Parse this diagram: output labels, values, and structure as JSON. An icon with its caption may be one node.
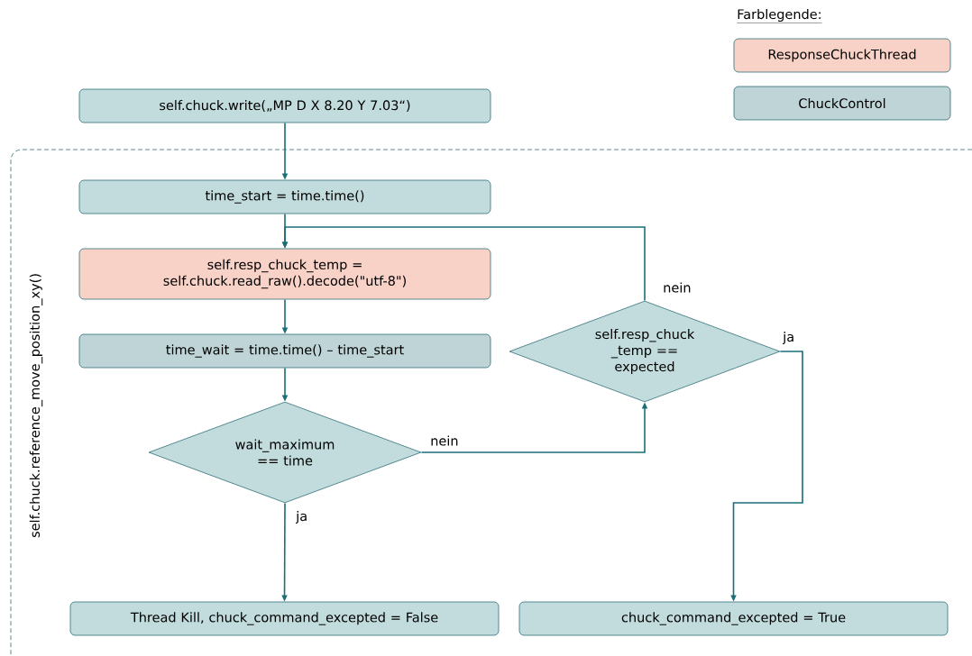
{
  "diagram": {
    "nodes": [
      {
        "text": [
          "self.chuck.write(„MP D X 8.20 Y 7.03“)"
        ]
      },
      {
        "text": [
          "self.chuck.reference_move_position_xy()"
        ]
      },
      {
        "text": [
          "time_start = time.time()"
        ],
        "in": 1
      },
      {
        "text": [
          "self.resp_chuck_temp = self.chuck.read_raw().decode(\"utf-8\")"
        ],
        "in": 1
      },
      {
        "text": [
          "time_wait = time.time() – time_start"
        ],
        "in": 1
      },
      {
        "text": [
          "wait_maximum == time"
        ],
        "in": 1
      },
      {
        "text": [
          "self.resp_chuck _temp == expected"
        ],
        "in": 1
      },
      {
        "text": [
          "Thread Kill, chuck_command_excepted = False"
        ],
        "in": 1
      },
      {
        "text": [
          "chuck_command_excepted = True"
        ],
        "in": 1
      }
    ],
    "edges": [
      {
        "from": 0,
        "to": 2,
        "arrow": "to"
      },
      {
        "from": 2,
        "to": 3,
        "arrow": "to"
      },
      {
        "from": 3,
        "to": 4,
        "arrow": "to"
      },
      {
        "from": 4,
        "to": 5,
        "arrow": "to"
      },
      {
        "from": 5,
        "to": 7,
        "arrow": "to",
        "label": "ja"
      },
      {
        "from": 5,
        "to": 6,
        "arrow": "to",
        "label": "nein"
      },
      {
        "from": 6,
        "to": 3,
        "arrow": "to",
        "label": "nein"
      },
      {
        "from": 6,
        "to": 8,
        "arrow": "to",
        "label": "ja"
      }
    ],
    "labels": [
      "Farblegende:"
    ],
    "legend": [
      {
        "text": "ResponseChuckThread",
        "color": "#f8d2c6"
      },
      {
        "text": "ChuckControl",
        "color": "#bfd4d6"
      }
    ]
  }
}
